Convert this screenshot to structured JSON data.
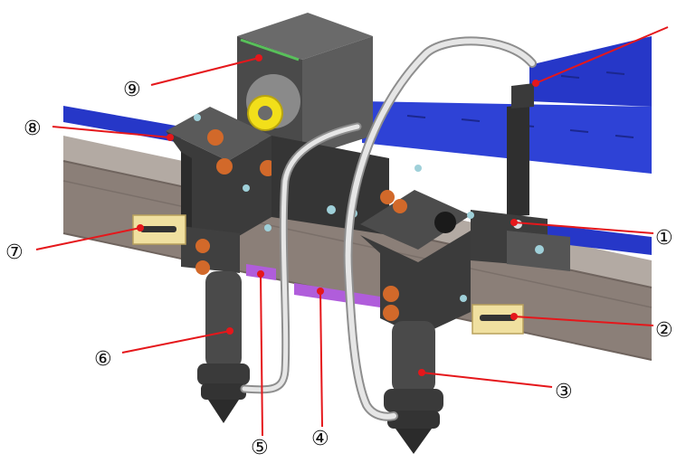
{
  "colors": {
    "rail_top": "#a49a93",
    "rail_face": "#8b7f78",
    "belt_blue": "#2637c8",
    "body_dark": "#3b3b3b",
    "body_mid": "#555555",
    "knob_orange": "#d2692a",
    "yellow_ring": "#f2df1a",
    "tube_silver": "#d6d6d6",
    "purple_bar": "#b05ddb",
    "leader_red": "#e5171b"
  },
  "callouts": [
    {
      "id": "1",
      "label": "①"
    },
    {
      "id": "2",
      "label": "②"
    },
    {
      "id": "3",
      "label": "③"
    },
    {
      "id": "4",
      "label": "④"
    },
    {
      "id": "5",
      "label": "⑤"
    },
    {
      "id": "6",
      "label": "⑥"
    },
    {
      "id": "7",
      "label": "⑦"
    },
    {
      "id": "8",
      "label": "⑧"
    },
    {
      "id": "9",
      "label": "⑨"
    }
  ]
}
